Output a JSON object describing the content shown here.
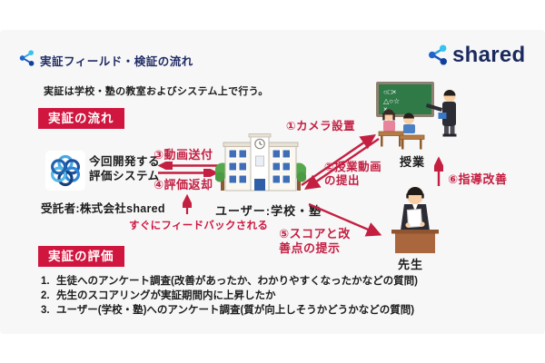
{
  "header": {
    "title": "実証フィールド・検証の流れ",
    "brand": "shared"
  },
  "intro": {
    "text": "実証は学校・塾の教室およびシステム上で行う。"
  },
  "colors": {
    "accent_red": "#d0163f",
    "arrow_red": "#c41f41",
    "title_navy": "#202c64",
    "brand_navy": "#1b2a5e",
    "slide_bg": "#f7f7f8"
  },
  "flow": {
    "badge": "実証の流れ",
    "system": {
      "name_line1": "今回開発する",
      "name_line2": "評価システム",
      "owner": "受託者:株式会社shared"
    },
    "user_label": "ユーザー:学校・塾",
    "feedback_note": "すぐにフィードバックされる",
    "class_label": "授業",
    "teacher_label": "先生",
    "board_marks": [
      "○□×",
      "△○☆",
      "×"
    ],
    "steps": {
      "s1": "①カメラ設置",
      "s2_line1": "②授業動画",
      "s2_line2": "の提出",
      "s3": "③動画送付",
      "s4": "④評価返却",
      "s5_line1": "⑤スコアと改",
      "s5_line2": "善点の提示",
      "s6": "⑥指導改善"
    }
  },
  "evaluation": {
    "badge": "実証の評価",
    "nums": [
      "1.",
      "2.",
      "3."
    ],
    "items": [
      "生徒へのアンケート調査(改善があったか、わかりやすくなったかなどの質問)",
      "先生のスコアリングが実証期間内に上昇したか",
      "ユーザー(学校・塾)へのアンケート調査(質が向上しそうかどうかなどの質問)"
    ]
  }
}
